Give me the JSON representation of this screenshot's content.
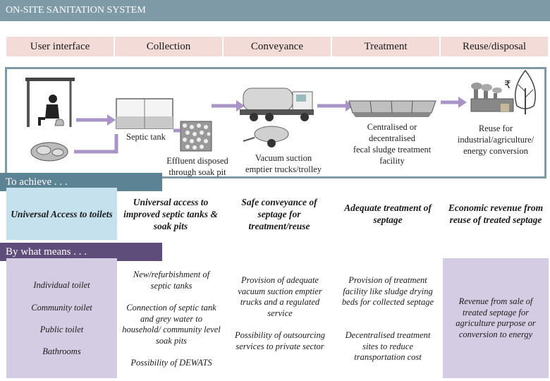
{
  "title": "ON-SITE SANITATION SYSTEM",
  "stages": [
    "User interface",
    "Collection",
    "Conveyance",
    "Treatment",
    "Reuse/disposal"
  ],
  "captions": {
    "septic_tank": "Septic tank",
    "soak_pit_line1": "Effluent disposed",
    "soak_pit_line2": "through soak pit",
    "truck_line1": "Vacuum suction",
    "truck_line2": "emptier trucks/trolley",
    "treatment_line1": "Centralised or",
    "treatment_line2": "decentralised",
    "treatment_line3": "fecal sludge treatment",
    "treatment_line4": "facility",
    "reuse_line1": "Reuse for",
    "reuse_line2": "industrial/agriculture/",
    "reuse_line3": "energy conversion",
    "rupee": "₹"
  },
  "sections": {
    "achieve": "To achieve . . .",
    "means": "By what means . . ."
  },
  "goals": [
    "Universal Access to toilets",
    "Universal access to improved septic tanks & soak pits",
    "Safe conveyance of septage for treatment/reuse",
    "Adequate treatment of septage",
    "Economic revenue from reuse of treated septage"
  ],
  "means": {
    "user_interface": [
      "Individual toilet",
      "Community toilet",
      "Public toilet",
      "Bathrooms"
    ],
    "collection": [
      "New/refurbishment of septic tanks",
      "Connection of septic tank  and grey water to household/ community level soak pits",
      "Possibility of DEWATS"
    ],
    "conveyance": [
      "Provision of adequate vacuum suction emptier trucks and a regulated service",
      "Possibility of outsourcing services to private sector"
    ],
    "treatment": [
      "Provision of treatment facility like sludge drying beds for collected septage",
      "Decentralised treatment sites to reduce transportation cost"
    ],
    "reuse": [
      "Revenue from sale of treated septage for agriculture purpose or conversion to energy"
    ]
  },
  "colors": {
    "header_bar": "#7d9aa6",
    "stage_box": "#f3dcd7",
    "goal_cell": "#c5e1ee",
    "means_cell": "#d4cce3",
    "achieve_label": "#5c8393",
    "means_label": "#5e4d7b",
    "flow_arrow": "#a993c7"
  }
}
